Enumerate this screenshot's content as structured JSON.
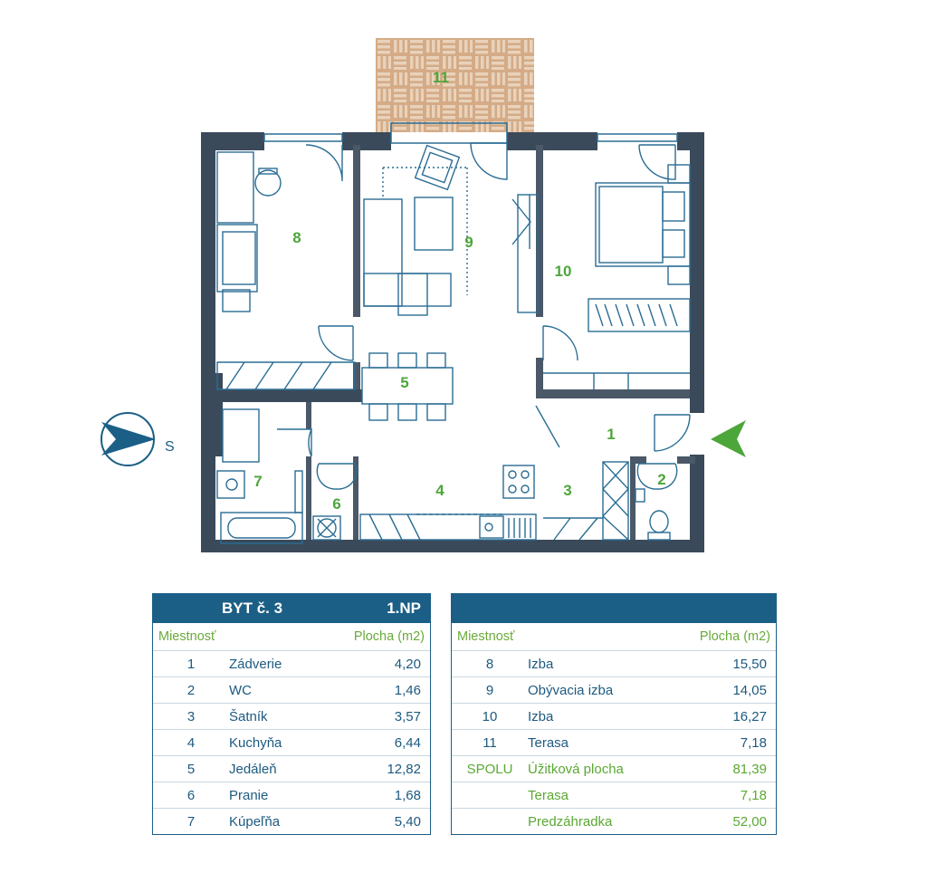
{
  "compass": {
    "label": "S"
  },
  "rooms": [
    {
      "id": "1"
    },
    {
      "id": "2"
    },
    {
      "id": "3"
    },
    {
      "id": "4"
    },
    {
      "id": "5"
    },
    {
      "id": "6"
    },
    {
      "id": "7"
    },
    {
      "id": "8"
    },
    {
      "id": "9"
    },
    {
      "id": "10"
    },
    {
      "id": "11"
    }
  ],
  "table_left": {
    "title": "BYT č. 3",
    "floor": "1.NP",
    "col_room": "Miestnosť",
    "col_area": "Plocha (m2)",
    "rows": [
      {
        "num": "1",
        "name": "Zádverie",
        "area": "4,20"
      },
      {
        "num": "2",
        "name": "WC",
        "area": "1,46"
      },
      {
        "num": "3",
        "name": "Šatník",
        "area": "3,57"
      },
      {
        "num": "4",
        "name": "Kuchyňa",
        "area": "6,44"
      },
      {
        "num": "5",
        "name": "Jedáleň",
        "area": "12,82"
      },
      {
        "num": "6",
        "name": "Pranie",
        "area": "1,68"
      },
      {
        "num": "7",
        "name": "Kúpeľňa",
        "area": "5,40"
      }
    ]
  },
  "table_right": {
    "col_room": "Miestnosť",
    "col_area": "Plocha (m2)",
    "rows": [
      {
        "num": "8",
        "name": "Izba",
        "area": "15,50"
      },
      {
        "num": "9",
        "name": "Obývacia izba",
        "area": "14,05"
      },
      {
        "num": "10",
        "name": "Izba",
        "area": "16,27"
      },
      {
        "num": "11",
        "name": "Terasa",
        "area": "7,18"
      },
      {
        "num": "SPOLU",
        "name": "Úžitková plocha",
        "area": "81,39"
      },
      {
        "num": "",
        "name": "Terasa",
        "area": "7,18"
      },
      {
        "num": "",
        "name": "Predzáhradka",
        "area": "52,00"
      }
    ]
  },
  "colors": {
    "wall": "#3b4a5a",
    "line": "#2a6d94",
    "accent_green": "#4ca63a",
    "header_blue": "#1b5f86",
    "terrace": "#d9b48f"
  }
}
